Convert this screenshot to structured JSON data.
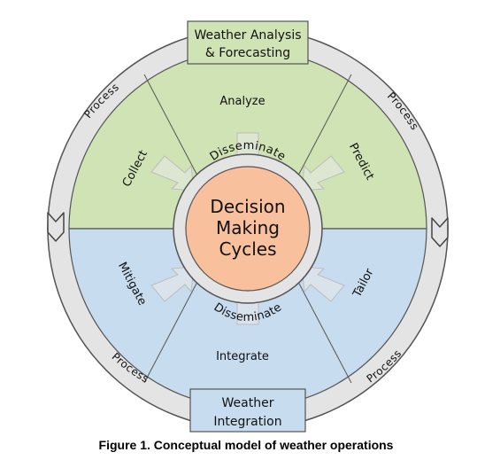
{
  "diagram": {
    "top_box_line1": "Weather Analysis",
    "top_box_line2": "& Forecasting",
    "bottom_box_line1": "Weather",
    "bottom_box_line2": "Integration",
    "ring_labels": {
      "process_top_left": "Process",
      "process_top_right": "Process",
      "process_bottom_left": "Process",
      "process_bottom_right": "Process"
    },
    "sectors": {
      "analyze": "Analyze",
      "collect": "Collect",
      "predict": "Predict",
      "mitigate": "Mitigate",
      "integrate": "Integrate",
      "tailor": "Tailor"
    },
    "disseminate_top": "Disseminate",
    "disseminate_bottom": "Disseminate",
    "center_line1": "Decision",
    "center_line2": "Making",
    "center_line3": "Cycles",
    "colors": {
      "green": "#cfe3b4",
      "blue": "#c7dcef",
      "orange": "#f8c09c",
      "ring": "#e4e4e4"
    }
  },
  "caption": "Figure 1. Conceptual model of weather operations"
}
